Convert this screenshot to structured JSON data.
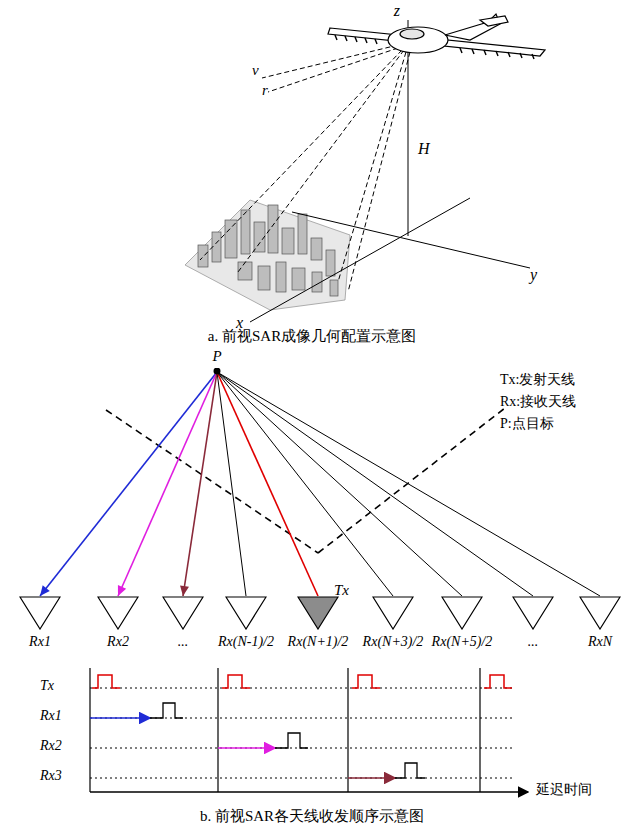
{
  "diagram": {
    "caption": "b. 前视SAR各天线收发顺序示意图",
    "nodes": [
      {
        "text": [
          "P"
        ]
      },
      {
        "text": [
          "Rx1"
        ]
      },
      {
        "text": [
          "Rx2"
        ]
      },
      {
        "text": [
          "..."
        ]
      },
      {
        "text": [
          "Rx(N-1)/2"
        ]
      },
      {
        "text": [
          "Tx",
          "Rx(N+1)/2"
        ]
      },
      {
        "text": [
          "Rx(N+3)/2"
        ]
      },
      {
        "text": [
          "Rx(N+5)/2"
        ]
      },
      {
        "text": [
          "..."
        ]
      },
      {
        "text": [
          "RxN"
        ]
      }
    ],
    "edges": [
      {
        "from": 0,
        "to": 1,
        "arrow": "to"
      },
      {
        "from": 0,
        "to": 2,
        "arrow": "to"
      },
      {
        "from": 0,
        "to": 3,
        "arrow": "to"
      },
      {
        "from": 0,
        "to": 4,
        "arrow": "none"
      },
      {
        "from": 0,
        "to": 5,
        "arrow": "none"
      },
      {
        "from": 0,
        "to": 6,
        "arrow": "none"
      },
      {
        "from": 0,
        "to": 7,
        "arrow": "none"
      },
      {
        "from": 0,
        "to": 8,
        "arrow": "none"
      },
      {
        "from": 0,
        "to": 9,
        "arrow": "none"
      }
    ],
    "labels": [
      "z",
      "v",
      "r",
      "H",
      "y",
      "x",
      "a. 前视SAR成像几何配置示意图",
      "Tx:发射天线",
      "Rx:接收天线",
      "P:点目标",
      "Tx",
      "Rx1",
      "Rx2",
      "Rx3",
      "延迟时间"
    ]
  }
}
